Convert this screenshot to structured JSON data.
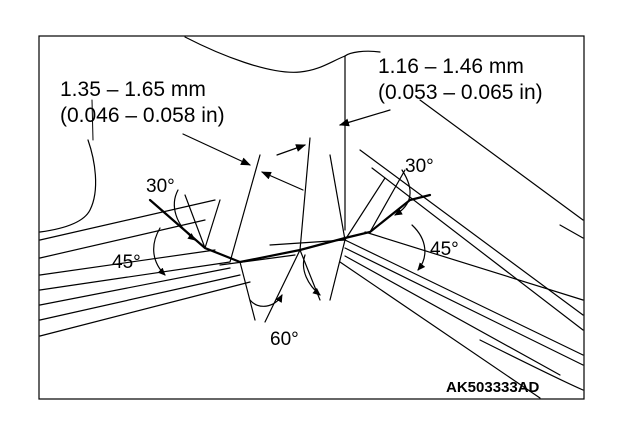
{
  "figure": {
    "intake_width_mm": "1.35 – 1.65 mm",
    "intake_width_in": "(0.046 – 0.058 in)",
    "exhaust_width_mm": "1.16 – 1.46 mm",
    "exhaust_width_in": "(0.053 – 0.065 in)",
    "angle_30_left": "30°",
    "angle_45_left": "45°",
    "angle_30_right": "30°",
    "angle_45_right": "45°",
    "angle_60": "60°",
    "figure_code": "AK503333AD"
  }
}
